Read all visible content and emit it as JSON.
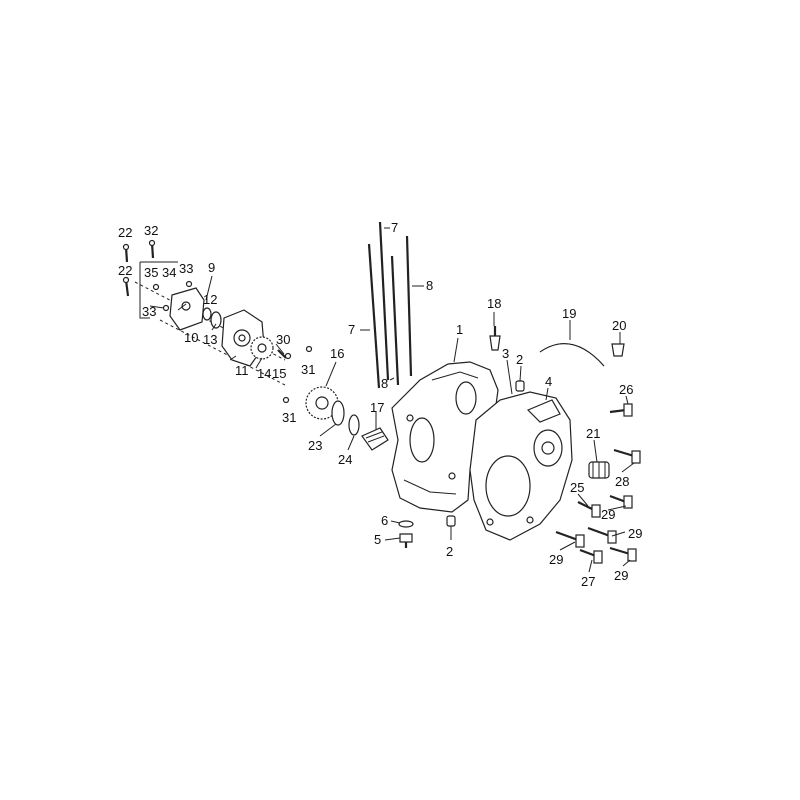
{
  "diagram": {
    "callouts": {
      "c1": "1",
      "c2a": "2",
      "c2b": "2",
      "c3": "3",
      "c4": "4",
      "c5": "5",
      "c6": "6",
      "c7a": "7",
      "c7b": "7",
      "c8a": "8",
      "c8b": "8",
      "c9": "9",
      "c10": "10",
      "c11": "11",
      "c12": "12",
      "c13": "13",
      "c14": "14",
      "c15": "15",
      "c16": "16",
      "c17": "17",
      "c18": "18",
      "c19": "19",
      "c20": "20",
      "c21": "21",
      "c22a": "22",
      "c22b": "22",
      "c23": "23",
      "c24": "24",
      "c25": "25",
      "c26": "26",
      "c27": "27",
      "c28": "28",
      "c29a": "29",
      "c29b": "29",
      "c29c": "29",
      "c29d": "29",
      "c30": "30",
      "c31a": "31",
      "c31b": "31",
      "c32": "32",
      "c33a": "33",
      "c33b": "33",
      "c34": "34",
      "c35": "35"
    }
  }
}
